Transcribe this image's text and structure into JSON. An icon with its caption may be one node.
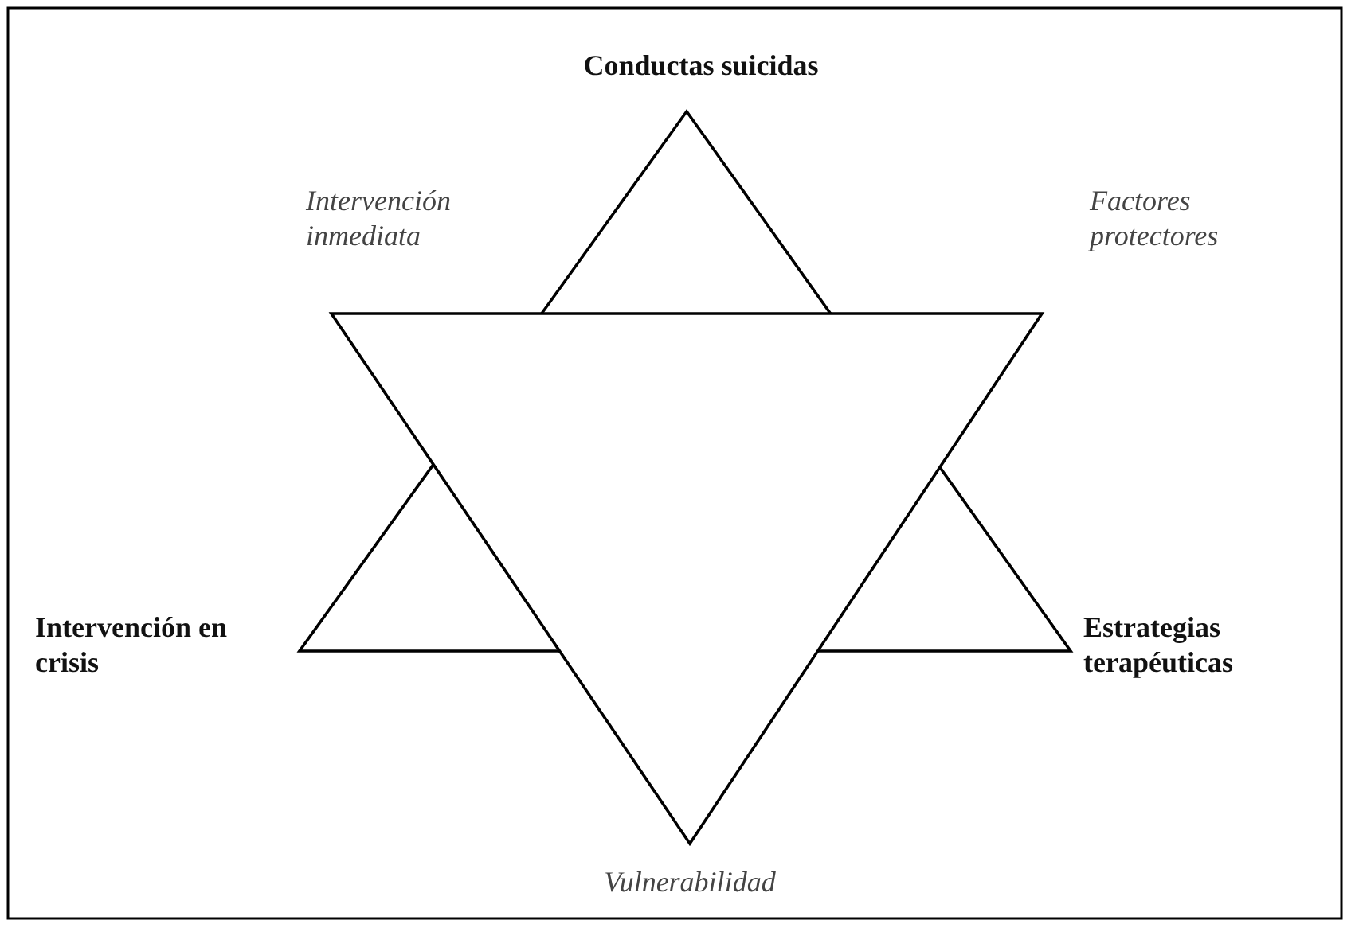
{
  "diagram": {
    "labels": [
      "Conductas suicidas",
      "Intervención inmediata",
      "Factores protectores",
      "Intervención en crisis",
      "Estrategias terapéuticas",
      "Vulnerabilidad"
    ]
  }
}
